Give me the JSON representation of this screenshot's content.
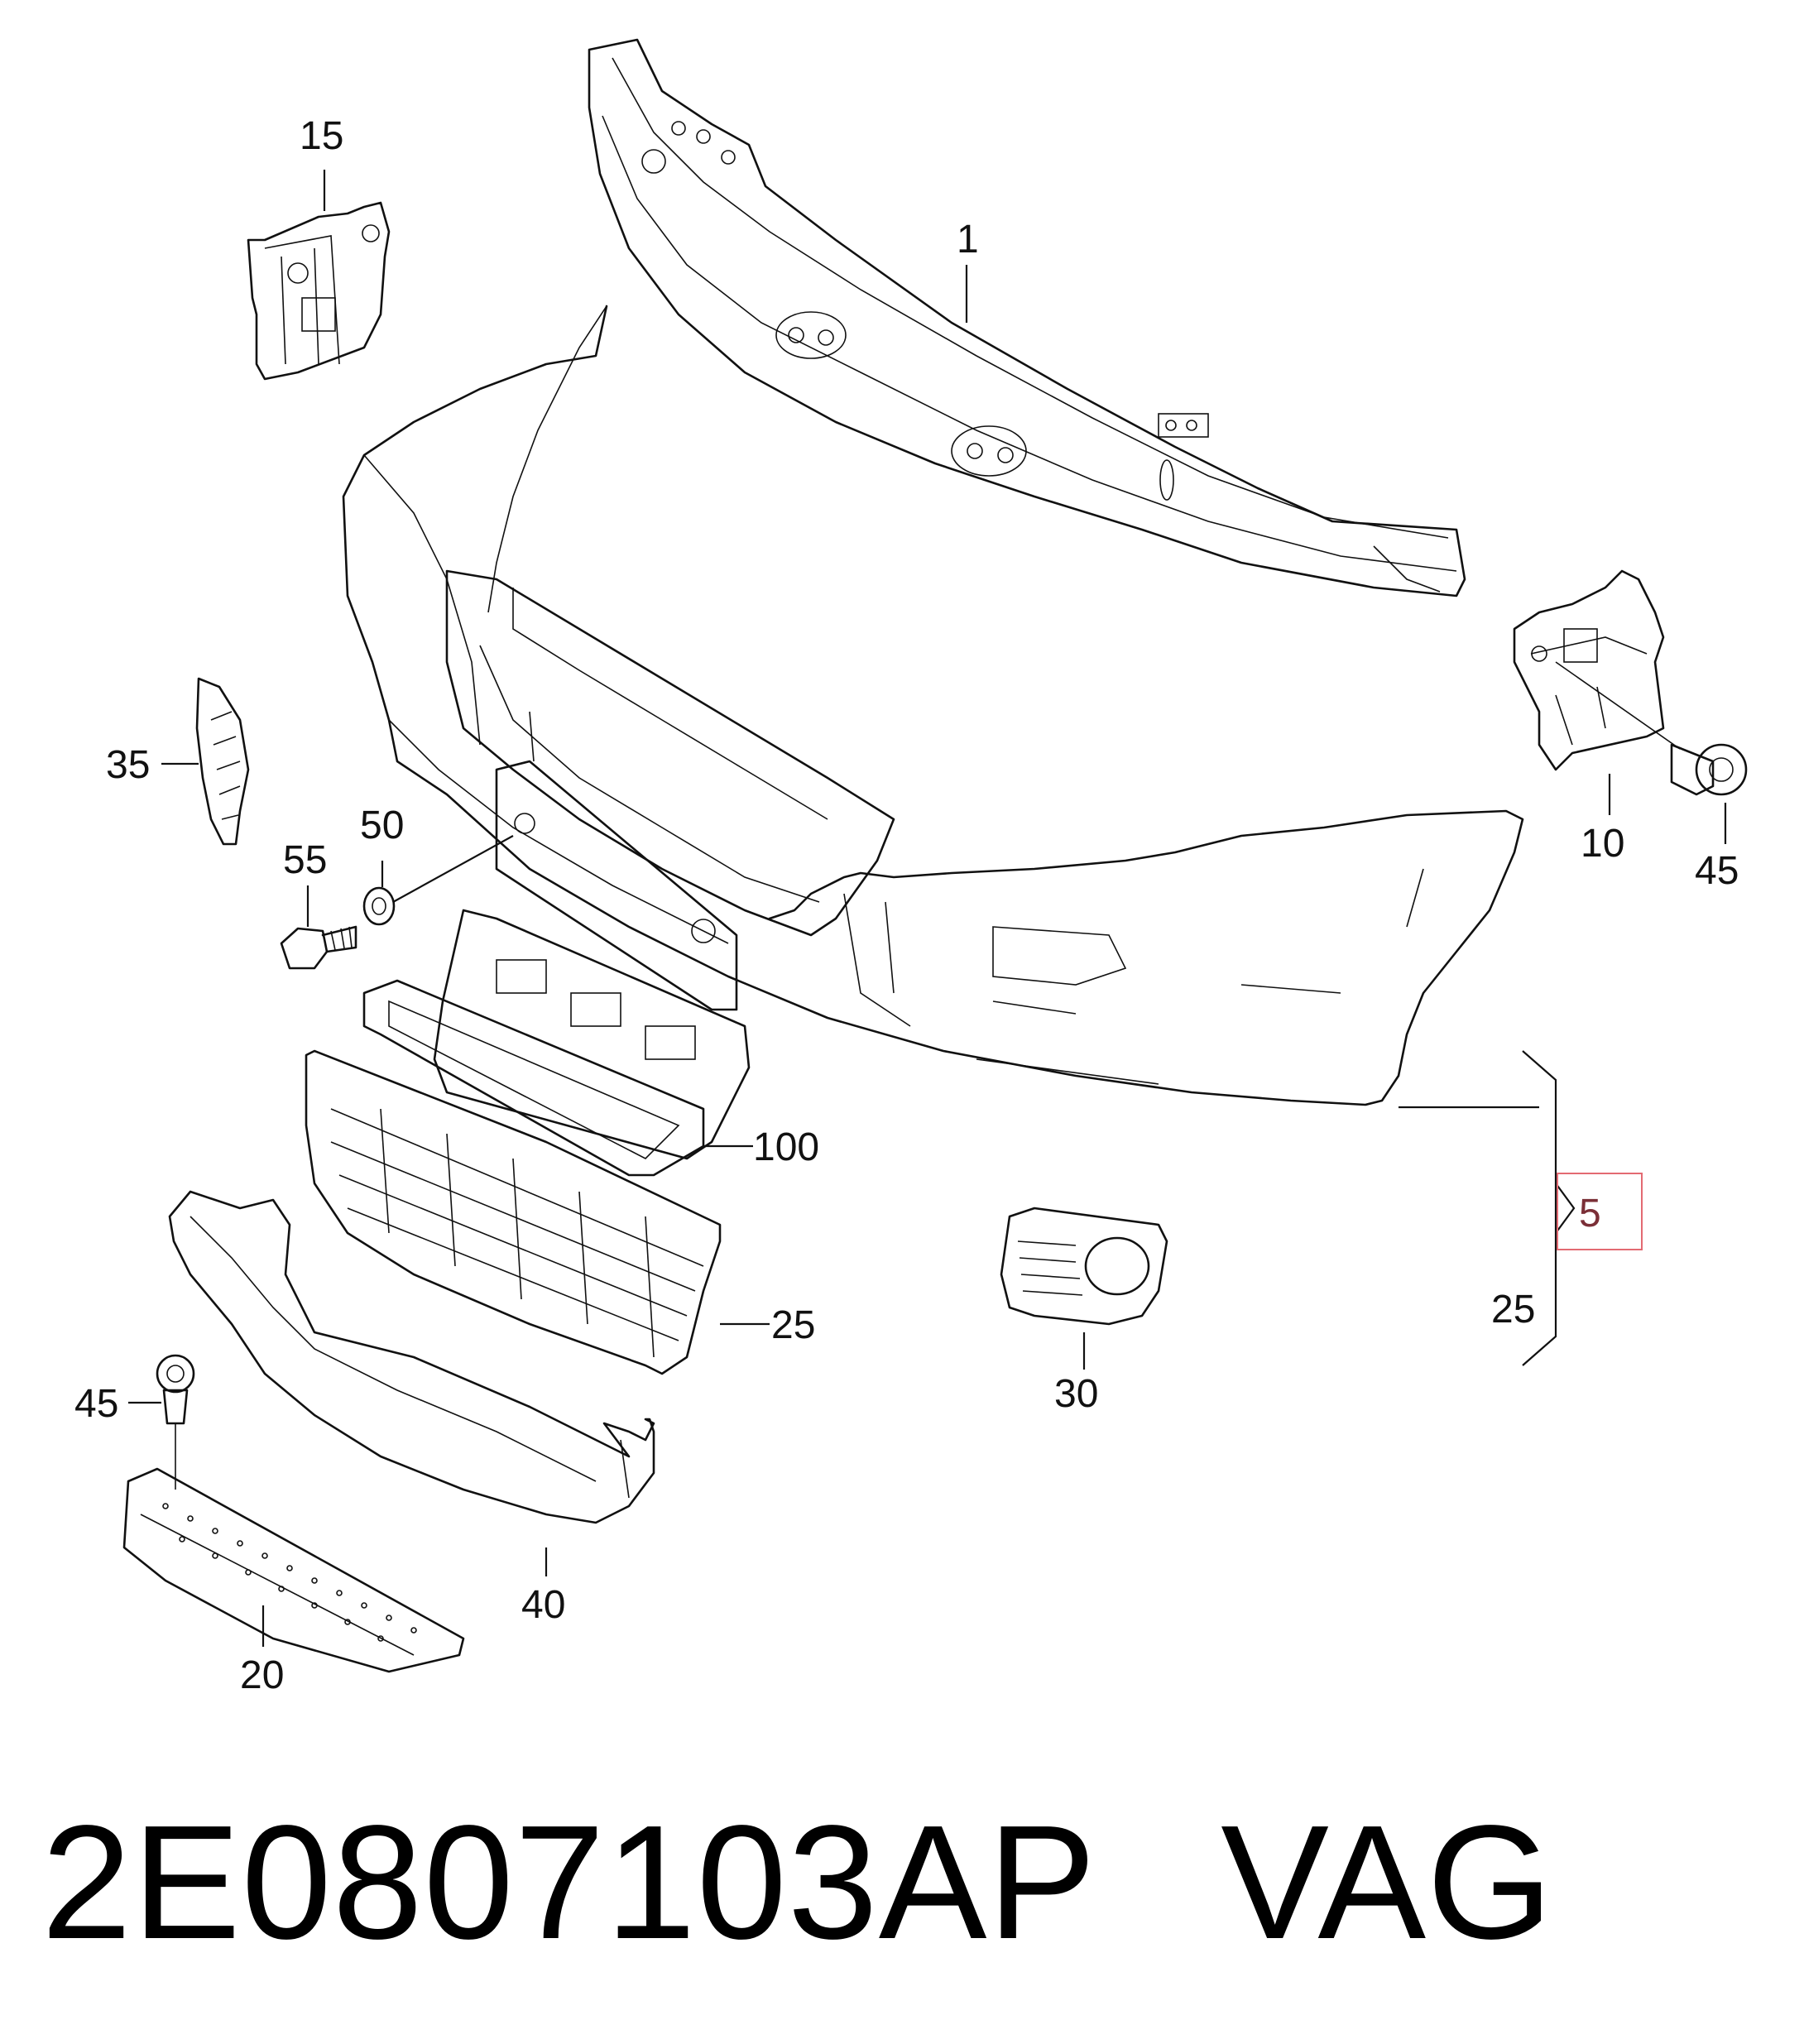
{
  "callouts": {
    "c1": "1",
    "c15": "15",
    "c35": "35",
    "c50": "50",
    "c55": "55",
    "c100": "100",
    "c25_grille": "25",
    "c45_left": "45",
    "c40": "40",
    "c20": "20",
    "c30": "30",
    "c5": "5",
    "c25_right": "25",
    "c10": "10",
    "c45_right": "45"
  },
  "highlight": {
    "callout": "5",
    "color": "#e36a72"
  },
  "footer": {
    "part_number": "2E0807103AP",
    "brand": "VAG"
  }
}
